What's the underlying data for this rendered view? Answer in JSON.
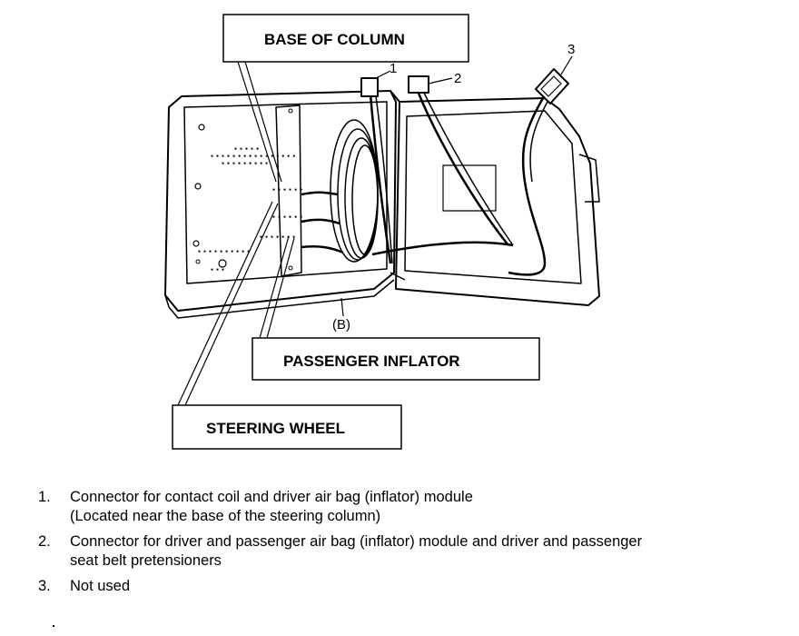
{
  "labels": {
    "base_of_column": "BASE OF COLUMN",
    "passenger_inflator": "PASSENGER INFLATOR",
    "steering_wheel": "STEERING WHEEL",
    "b_marker": "(B)",
    "connector_1": "1",
    "connector_2": "2",
    "connector_3": "3"
  },
  "notes": [
    {
      "number": "1.",
      "line1": "Connector for contact coil and driver air bag (inflator) module",
      "line2": "(Located near the base of the steering column)"
    },
    {
      "number": "2.",
      "line1": "Connector for driver and passenger air bag (inflator) module and driver and passenger",
      "line2": "seat belt pretensioners"
    },
    {
      "number": "3.",
      "line1": "Not used",
      "line2": ""
    }
  ]
}
